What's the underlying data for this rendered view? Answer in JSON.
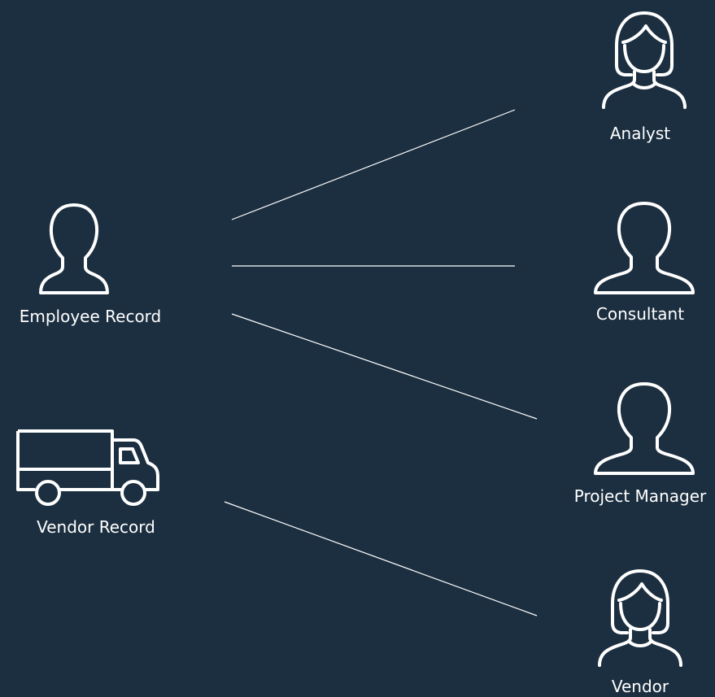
{
  "colors": {
    "background": "#1c2f40",
    "stroke": "#ffffff",
    "text": "#ffffff"
  },
  "sources": [
    {
      "label": "Employee Record",
      "icon": "person-icon"
    },
    {
      "label": "Vendor Record",
      "icon": "truck-icon"
    }
  ],
  "targets": [
    {
      "label": "Analyst",
      "icon": "female-person-icon"
    },
    {
      "label": "Consultant",
      "icon": "person-icon"
    },
    {
      "label": "Project Manager",
      "icon": "person-icon"
    },
    {
      "label": "Vendor",
      "icon": "female-person-icon"
    }
  ],
  "connections": [
    {
      "from": "Employee Record",
      "to": "Analyst"
    },
    {
      "from": "Employee Record",
      "to": "Consultant"
    },
    {
      "from": "Employee Record",
      "to": "Project Manager"
    },
    {
      "from": "Vendor Record",
      "to": "Vendor"
    }
  ]
}
